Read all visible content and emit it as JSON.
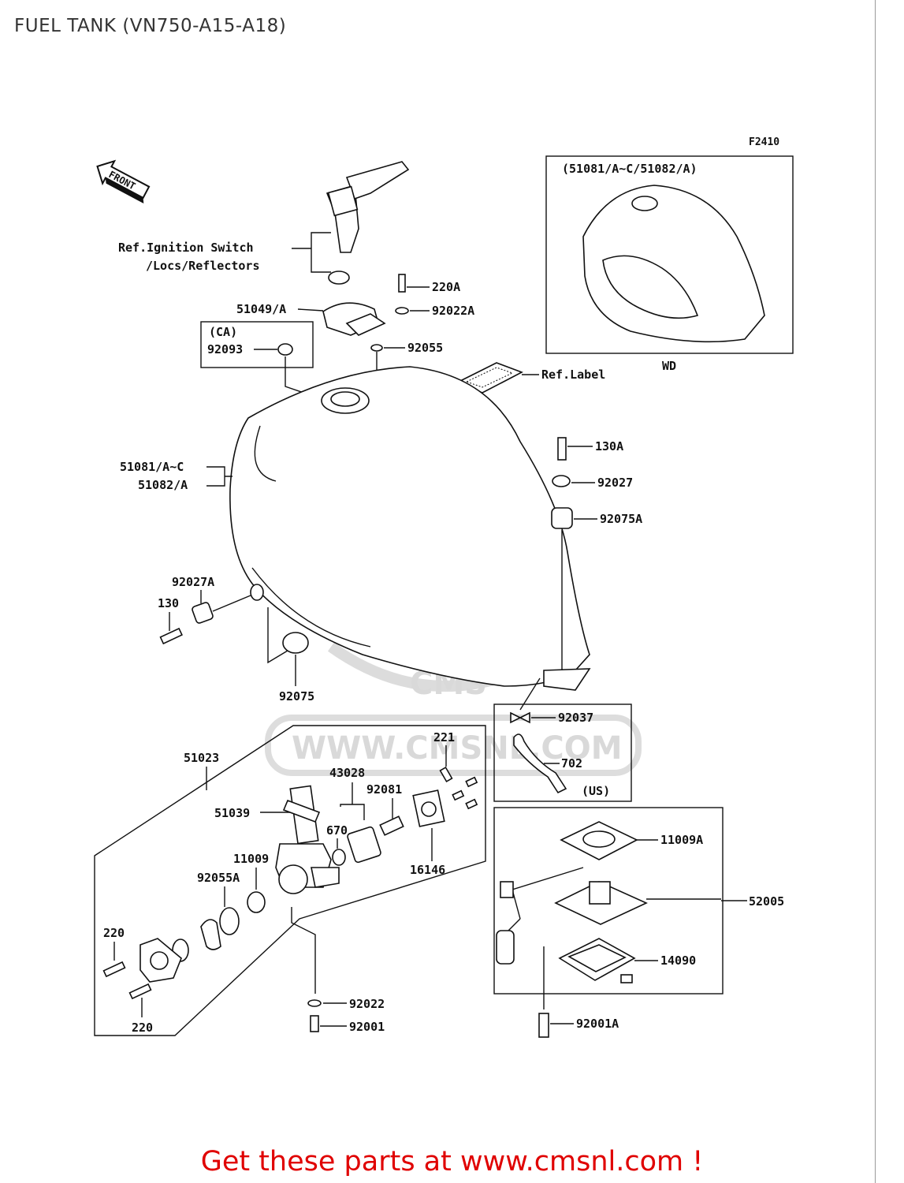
{
  "page": {
    "title": "FUEL TANK (VN750-A15-A18)",
    "footer": "Get these parts at www.cmsnl.com !"
  },
  "diagram": {
    "figure_code": "F2410",
    "front_arrow": "FRONT",
    "watermark": "WWW.CMSNL.COM",
    "watermark_logo": "CMS",
    "inset": {
      "header": "(51081/A~C/51082/A)",
      "caption": "WD"
    },
    "ref_ignition": [
      "Ref.Ignition Switch",
      "/Locs/Reflectors"
    ],
    "ref_label": "Ref.Label",
    "ca_box": [
      "(CA)",
      "92093"
    ],
    "us_box": "(US)",
    "callouts": {
      "p220A": "220A",
      "p51049A": "51049/A",
      "p92022A": "92022A",
      "p92055": "92055",
      "p51081": "51081/A~C",
      "p51082": "51082/A",
      "p130A": "130A",
      "p92027": "92027",
      "p92075A": "92075A",
      "p92027A": "92027A",
      "p130": "130",
      "p92075": "92075",
      "p92037": "92037",
      "p702": "702",
      "p51023": "51023",
      "p221": "221",
      "p43028": "43028",
      "p92081": "92081",
      "p51039": "51039",
      "p670": "670",
      "p11009": "11009",
      "p92055A": "92055A",
      "p16146": "16146",
      "p220a": "220",
      "p220b": "220",
      "p92022": "92022",
      "p92001": "92001",
      "p11009A": "11009A",
      "p52005": "52005",
      "p14090": "14090",
      "p92001A": "92001A"
    }
  }
}
